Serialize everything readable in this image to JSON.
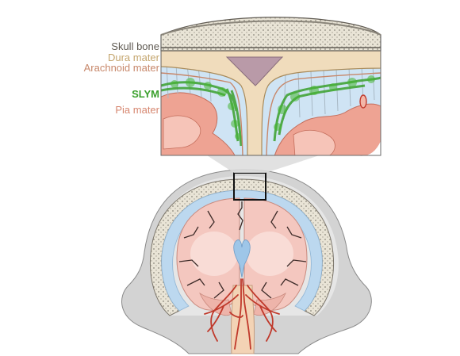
{
  "labels": {
    "skull": "Skull bone",
    "dura": "Dura mater",
    "arachnoid": "Arachnoid mater",
    "slym": "SLYM",
    "pia": "Pia mater"
  },
  "colors": {
    "skull": "#5f5a52",
    "dura": "#c4a56d",
    "arachnoid": "#c7876a",
    "slym": "#3aa02c",
    "pia": "#d6866f",
    "brain": "#f4c7bf",
    "csf": "#bcd8ef",
    "vessel": "#c0392b",
    "head": "#cfcfcf"
  }
}
